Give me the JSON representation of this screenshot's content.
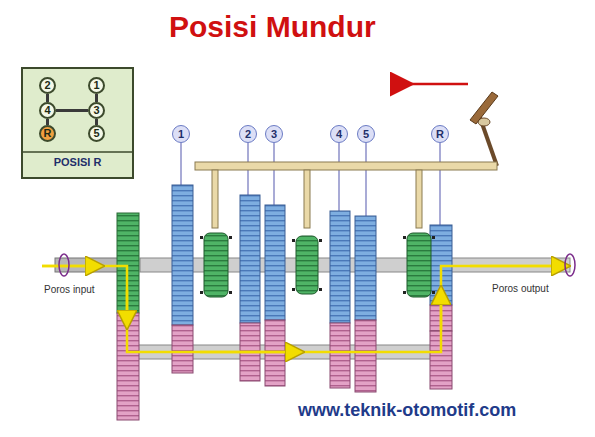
{
  "diagram": {
    "title": "Posisi Mundur",
    "nodes": [
      {
        "text": [
          "POSISI R"
        ]
      },
      {
        "text": [
          "2"
        ],
        "in": 0
      },
      {
        "text": [
          "1"
        ],
        "in": 0
      },
      {
        "text": [
          "4"
        ],
        "in": 0
      },
      {
        "text": [
          "3"
        ],
        "in": 0
      },
      {
        "text": [
          "R"
        ],
        "in": 0
      },
      {
        "text": [
          "5"
        ],
        "in": 0
      },
      {
        "text": [
          "1"
        ]
      },
      {
        "text": [
          "2"
        ]
      },
      {
        "text": [
          "3"
        ]
      },
      {
        "text": [
          "4"
        ]
      },
      {
        "text": [
          "5"
        ]
      },
      {
        "text": [
          "R"
        ]
      }
    ],
    "edges": [
      {
        "from": 1,
        "to": 3,
        "arrow": "none"
      },
      {
        "from": 3,
        "to": 5,
        "arrow": "none"
      },
      {
        "from": 2,
        "to": 4,
        "arrow": "none"
      },
      {
        "from": 4,
        "to": 6,
        "arrow": "none"
      },
      {
        "from": 3,
        "to": 4,
        "arrow": "none"
      }
    ],
    "labels": [
      "Poros input",
      "Poros output",
      "www.teknik-otomotif.com"
    ]
  }
}
